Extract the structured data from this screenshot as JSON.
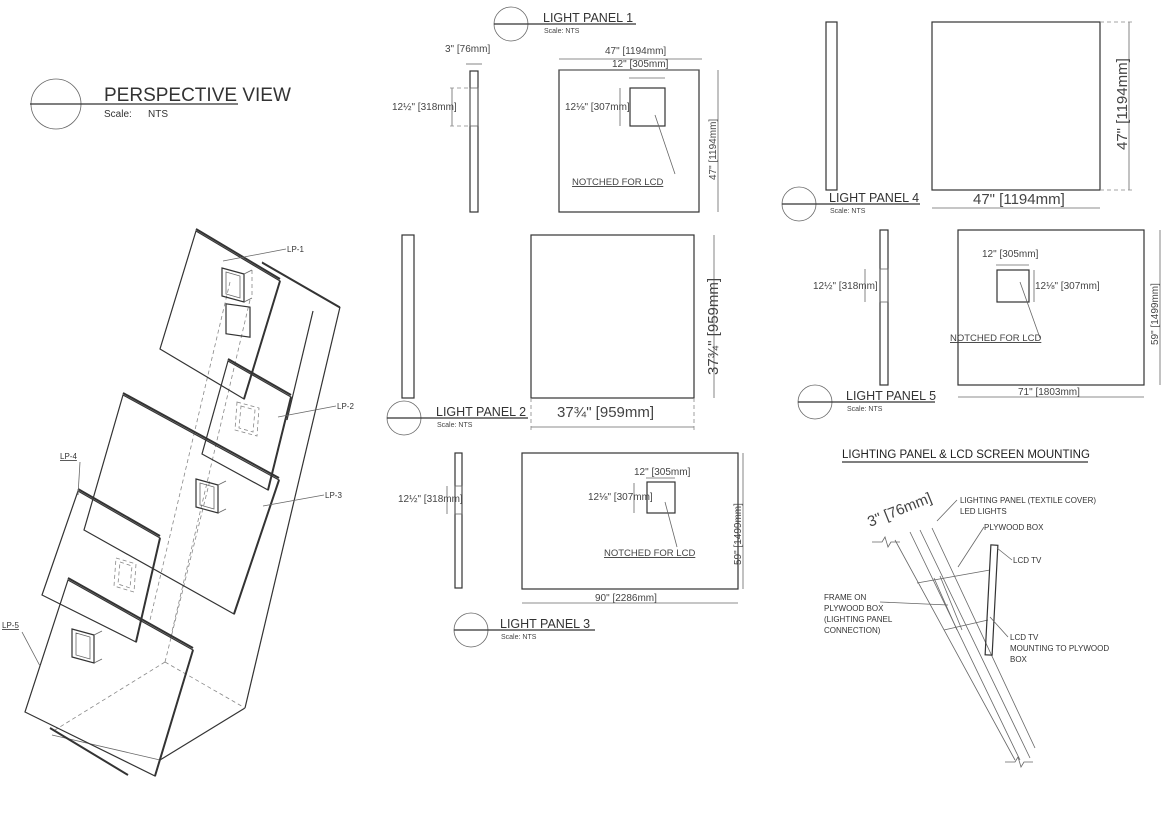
{
  "perspective": {
    "title": "PERSPECTIVE VIEW",
    "scale_label": "Scale:",
    "scale_value": "NTS",
    "labels": {
      "lp1": "LP-1",
      "lp2": "LP-2",
      "lp3": "LP-3",
      "lp4": "LP-4",
      "lp5": "LP-5"
    }
  },
  "panel1": {
    "title": "LIGHT PANEL 1",
    "scale": "Scale:   NTS",
    "thickness": "3\" [76mm]",
    "side_notch_height": "12½\" [318mm]",
    "width": "47\" [1194mm]",
    "notch_width": "12\" [305mm]",
    "notch_height": "12⅛\" [307mm]",
    "height": "47\" [1194mm]",
    "note": "NOTCHED FOR LCD"
  },
  "panel2": {
    "title": "LIGHT PANEL 2",
    "scale": "Scale:   NTS",
    "width": "37¾\" [959mm]",
    "height": "37¾\" [959mm]"
  },
  "panel3": {
    "title": "LIGHT PANEL 3",
    "scale": "Scale:   NTS",
    "side_notch_height": "12½\" [318mm]",
    "notch_width": "12\" [305mm]",
    "notch_height": "12⅛\" [307mm]",
    "width": "90\" [2286mm]",
    "height": "59\" [1499mm]",
    "note": "NOTCHED FOR LCD"
  },
  "panel4": {
    "title": "LIGHT PANEL 4",
    "scale": "Scale:   NTS",
    "width": "47\" [1194mm]",
    "height": "47\" [1194mm]"
  },
  "panel5": {
    "title": "LIGHT PANEL 5",
    "scale": "Scale:   NTS",
    "side_notch_height": "12½\" [318mm]",
    "notch_width": "12\" [305mm]",
    "notch_height": "12⅛\" [307mm]",
    "width": "71\" [1803mm]",
    "height": "59\" [1499mm]",
    "note": "NOTCHED FOR LCD"
  },
  "mounting": {
    "title": "LIGHTING PANEL & LCD SCREEN MOUNTING",
    "thickness": "3\" [76mm]",
    "callouts": {
      "lighting_panel": "LIGHTING PANEL (TEXTILE COVER)",
      "led_lights": "LED LIGHTS",
      "plywood_box": "PLYWOOD BOX",
      "lcd_tv": "LCD TV",
      "frame_1": "FRAME ON",
      "frame_2": "PLYWOOD BOX",
      "frame_3": "(LIGHTING PANEL",
      "frame_4": "CONNECTION)",
      "mount_1": "LCD TV",
      "mount_2": "MOUNTING TO PLYWOOD",
      "mount_3": "BOX"
    }
  }
}
